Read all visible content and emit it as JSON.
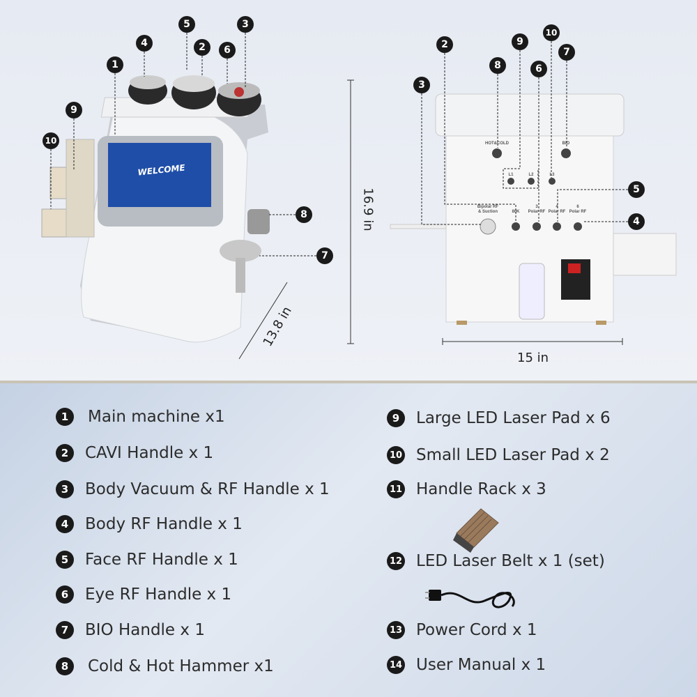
{
  "dimensions": {
    "height": "16.9 in",
    "depth": "13.8 in",
    "width": "15 in"
  },
  "screen_text": "WELCOME",
  "front_callouts": [
    "1",
    "4",
    "5",
    "2",
    "6",
    "3",
    "9",
    "10",
    "8",
    "7"
  ],
  "back_callouts": [
    "2",
    "9",
    "10",
    "7",
    "8",
    "6",
    "3",
    "5",
    "4"
  ],
  "back_panel_labels": {
    "hot_cold": "HOT&COLD",
    "bio": "BIO",
    "l1": "L1",
    "l2": "L2",
    "l3": "L3",
    "bipolar": "Bipolar RF",
    "suction": "& Suction",
    "k80": "80K",
    "p3n": "3",
    "p3": "Polar RF",
    "p4n": "4",
    "p4": "Polar RF",
    "p6n": "6",
    "p6": "Polar RF"
  },
  "items_left": [
    {
      "num": "1",
      "label": "Main machine x1"
    },
    {
      "num": "2",
      "label": "CAVI Handle x 1"
    },
    {
      "num": "3",
      "label": "Body Vacuum & RF Handle x 1"
    },
    {
      "num": "4",
      "label": "Body RF Handle x 1"
    },
    {
      "num": "5",
      "label": "Face RF Handle x 1"
    },
    {
      "num": "6",
      "label": "Eye RF Handle x 1"
    },
    {
      "num": "7",
      "label": "BIO Handle x 1"
    },
    {
      "num": "8",
      "label": "Cold & Hot Hammer x1"
    }
  ],
  "items_right": [
    {
      "num": "9",
      "label": "Large LED Laser Pad x 6"
    },
    {
      "num": "10",
      "label": "Small LED Laser Pad x 2"
    },
    {
      "num": "11",
      "label": "Handle Rack x 3"
    },
    {
      "num": "12",
      "label": "LED Laser Belt x 1 (set)"
    },
    {
      "num": "13",
      "label": "Power Cord x 1"
    },
    {
      "num": "14",
      "label": "User Manual x 1"
    }
  ]
}
